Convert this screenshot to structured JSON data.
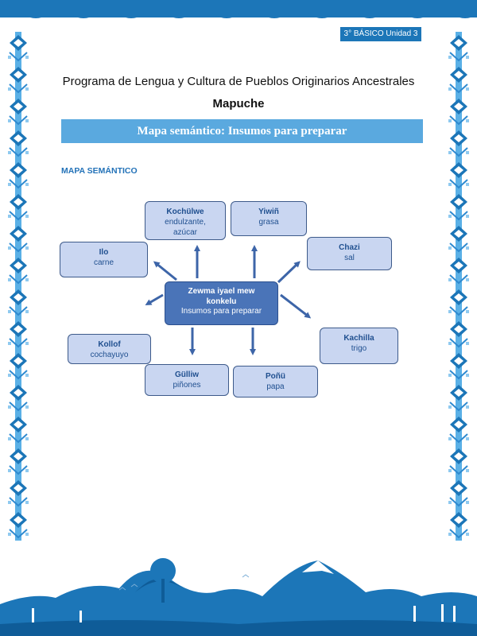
{
  "grade_tab": "3° BÁSICO Unidad 3",
  "program_title": "Programa de Lengua y Cultura de Pueblos Originarios Ancestrales",
  "people": "Mapuche",
  "banner_title": "Mapa semántico: Insumos para preparar",
  "section_label": "MAPA SEMÁNTICO",
  "colors": {
    "brand_blue": "#1c76b8",
    "banner_blue": "#5aa9df",
    "node_fill": "#c9d6f1",
    "center_fill": "#4a74b8"
  },
  "map": {
    "center": {
      "term_line1": "Zewma iyael mew",
      "term_line2": "konkelu",
      "gloss": "Insumos para preparar"
    },
    "nodes": {
      "ilo": {
        "term": "Ilo",
        "gloss": "carne"
      },
      "kochulwe": {
        "term": "Kochülwe",
        "gloss_line1": "endulzante,",
        "gloss_line2": "azúcar"
      },
      "yiwin": {
        "term": "Yiwiñ",
        "gloss": "grasa"
      },
      "chazi": {
        "term": "Chazi",
        "gloss": "sal"
      },
      "kollof": {
        "term": "Kollof",
        "gloss": "cochayuyo"
      },
      "gulliw": {
        "term": "Gülliw",
        "gloss": "piñones"
      },
      "ponu": {
        "term": "Poñü",
        "gloss": "papa"
      },
      "kachilla": {
        "term": "Kachilla",
        "gloss": "trigo"
      }
    }
  }
}
